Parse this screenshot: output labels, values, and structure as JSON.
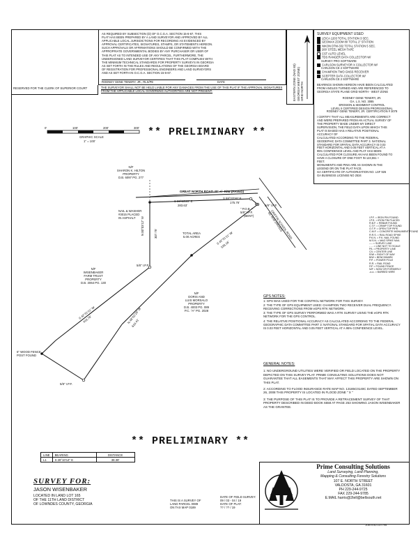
{
  "certification": {
    "lines": [
      "AS REQUIRED BY SUBSECTION (D) OF O.C.G.A. SECTION 15-6-67, THIS",
      "PLAT HAS BEEN PREPARED BY A LAND SURVEYOR AND APPROVED BY ALL",
      "APPLICABLE LOCAL JURISDICTIONS FOR RECORDING AS EVIDENCED BY",
      "APPROVAL CERTIFICATES, SIGNATURES, STAMPS, OR STATEMENTS HEREON.",
      "SUCH APPROVALS OR AFFIRMATIONS SHOULD BE CONFIRMED WITH THE",
      "APPROPRIATE GOVERNMENTAL BODIES BY ANY PURCHASER OR USER OF",
      "THIS PLAT AS TO INTENDED USE OF ANY PARCEL. FURTHERMORE, THE",
      "UNDERSIGNED LAND SURVEYOR CERTIFIES THAT THIS PLAT COMPLIES WITH",
      "THE MINIMUM TECHNICAL STANDARDS FOR PROPERTY SURVEYS IN GEORGIA",
      "AS SET FORTH IN THE RULES AND REGULATIONS OF THE GEORGIA BOARD",
      "OF REGISTRATION FOR PROFESSIONAL ENGINEERS AND LAND SURVEYORS",
      "AND AS SET FORTH IN O.C.G.A. SECTION 15-6-67."
    ],
    "signer": "RODNEY GENE TENERY, JR., RLS/PE",
    "date_label": "DATE"
  },
  "clerk_note": "RESERVED FOR THE CLERK OF SUPERIOR COURT",
  "liability_note": "THE SURVEYOR SHALL NOT BE HELD LIABLE FOR ANY DAMAGES FROM THE USE OF THIS PLAT IF THE APPROVAL SIGNATURES FROM THE APPLICABLE LOCAL GOVERNING AUTHORITIES ARE NOT PRESENT.",
  "vertical_box": {
    "lines": [
      "EASTERN ZONE (NAD 83)",
      "GEORGIA WEST ZONE)",
      "GRID NORTH"
    ]
  },
  "equipment": {
    "title": "SURVEY EQUIPMENT USED",
    "items": [
      {
        "label": "LEICA 1203 TOTAL STATION 3 SEC.",
        "checked": true
      },
      {
        "label": "GEOMAX ZOOM 80 TOTAL 2\" STATION",
        "checked": true
      },
      {
        "label": "NIKON DTM-332 TOTAL STATION 5 SEC.",
        "checked": true
      },
      {
        "label": "200' STEEL MESH TAPE",
        "checked": true
      },
      {
        "label": "CST AUTO LEVEL",
        "checked": false
      },
      {
        "label": "TDS RANGER DATA COLLECTOR W/",
        "checked": true
      },
      {
        "label": "SURVEY PRO SOFTWARE",
        "checked": false,
        "indent": true
      },
      {
        "label": "CARLSON SURVEYOR X COLLECTOR W/",
        "checked": true
      },
      {
        "label": "CARLSON CE 2 SOFTWARE",
        "checked": false,
        "indent": true
      },
      {
        "label": "CHAMPION TWO GNSS RECEIVER",
        "checked": true
      },
      {
        "label": "SCEPTER DATA COLLECTOR W/",
        "checked": true
      },
      {
        "label": "CARLSON CE 2 SOFTWARE",
        "checked": false,
        "indent": true
      }
    ],
    "bearing_note": [
      "BEARINGS SHOWN HEREON HAVE BEEN CALCULATED",
      "FROM ANGLES TURNED AND ARE REFERENCED TO",
      "GEORGIA STATE PLANE GRID NORTH - WEST ZONE"
    ],
    "sig_lines": [
      "RODNEY GENE TENERY, JR.",
      "GA. L.S. NO. 3085",
      "EROSION & SEDIMENT CONTROL",
      "LEVEL II CERTIFIED DESIGN PROFESSIONAL",
      "RODNEY GENE TENERY, JR. CERTIFICATION # 3078"
    ],
    "cert_lines": [
      "I CERTIFY THAT ALL MEASUREMENTS ARE CORRECT",
      "AND WERE PREPARED FROM AN ACTUAL SURVEY OF",
      "THE PROPERTY MADE UNDER MY DIRECT",
      "SUPERVISION, THE FIELD DATA UPON WHICH THIS",
      "PLAT IS BASED HAS A RELATIVE POSITIONAL",
      "ACCURACY OF",
      "CALCULATED ACCORDING TO THE FEDERAL",
      "GEODEPHIC DATA COMMITTEE PART 3. NATIONAL",
      "STANDARD FOR SPATIAL DATA ACCURACY IS 0.03",
      "FEET HORIZONTAL AND 0.05 FEET VERTICAL AT A",
      "95% CONFIDENCE LEVEL AND PLAT HAS BEEN",
      "CALCULATED FOR CLOSURE AN HAS BEEN FOUND TO",
      "HAVE A CLOSURE OF ONE FOOT IN 123,551 +",
      "FEET.",
      "MONUMENTS AND PINS ARE AS SHOWN IN THE",
      "LEGEND OR ON THE PLAT FACE.",
      "GA CERTIFICATE OF AUTHORIZATION NO. LSF 926",
      "GA BUSINESS LICENSE NO 2534"
    ]
  },
  "scale": {
    "ticks": [
      "0'",
      "100'",
      "200'",
      "300'"
    ],
    "label": "GRAPHIC SCALE",
    "ratio": "1\" = 100'"
  },
  "preliminary": "** PRELIMINARY **",
  "plat": {
    "road_label": "GREAT NORTH ROAD 40' +/- R/W (PAVED)",
    "road2_label": "GRIFFIN SCHOOL ROAD",
    "road2_sub": "60' R/W (PAVED)",
    "north_owner": [
      "N/F",
      "SHARON K. HILTON",
      "PROPERTY",
      "D.B. 6097 PG. 277"
    ],
    "west_owner": [
      "N/F",
      "WISENBAKER",
      "FARM TRUST",
      "PROPERTY",
      "D.B. 3064 PG. 130"
    ],
    "south_owner": [
      "N/F",
      "DORIS AND",
      "LUIS MORSALO",
      "PROPERTY",
      "D.B. 4003 PG. 089",
      "P.C. \"A\" PG. 2028"
    ],
    "area": [
      "TOTAL AREA",
      "5.00 ACRES"
    ],
    "nail": [
      "NAIL & WASHER",
      "#3015 PLACED",
      "IN ASPHALT"
    ],
    "north_call1": "S 88°23'26\" E",
    "north_dist1": "283.63'",
    "north_call2": "S 88°23'26\" E",
    "north_dist2": "175.76'",
    "pob": "\" P.O.B. \"",
    "pob_pin": "5/8\" I.P.F.",
    "pob_pin_sub": "(BENT)",
    "ne_pin": "5/8\" I.P.F.",
    "mid_pin": "5/8\" I.P.F.",
    "sw_pin": "5/8\" I.P.F.",
    "west_call": "N 00°03'12\" W",
    "west_dist": "307.75'",
    "diag1": "S 42°31'11\" W",
    "diag1_dist": "526.16'",
    "diag2": "S 42°31'11\" W",
    "diag2_dist": "410.78'",
    "sw_call": "N 48°02'29\" W",
    "sw_dist": "610.41'",
    "fence": [
      "6\" WOOD FENCE",
      "POST FOUND"
    ],
    "l1": "L1"
  },
  "legend": {
    "items": [
      "I.P.F. = IRON PIN FOUND",
      "I.P.S. = IRON PIN PLACED",
      "R.B.F. = REBAR FOUND",
      "C.T.F. = CRIMP TOP FOUND",
      "O.T.P. = OPEN TOP PIPE",
      "C.M.F. = CONCRETE MONUMENT FOUND",
      "R.R.S. = RAIL ROAD SPIKE",
      "P.K.N. = P.K. NAIL FOUND",
      "M.S.N. = MAG SPIKE NAIL",
      "---- = SURVEY LINE",
      "- - - = LINE NOT TO SCALE",
      "P/L = PROPERTY LINE",
      "C/L = CENTER LINE",
      "R/W = RIGHT OF WAY",
      "B/W = BENCHMARK",
      "P.P. = POWER POLE",
      "R.R. = RAIL ROAD",
      "F/F = FOUND FENCE",
      "N/F = NOW OR FORMERLY",
      "-o-o- = BARBED WIRE"
    ]
  },
  "gps_notes": {
    "title": "GPS NOTES:",
    "items": [
      "1: GPS WAS USED FOR THE CONTROL NETWORK FOR THIS SURVEY.",
      "2: THE TYPE OF GPS EQUIPMENT USED: CHAMPION TWO RECEIVER DUAL FREQUENCY. RECEIVING CORRECTIONS FROM eGPS RTK NETWORK.",
      "3: THE TYPE OF GPS SURVEY PERFORMED WAS A RTK SURVEY USING THE eGPS RTK NETWORK FOR THE GPS CONTROL.",
      "4: THE RELATIVE POSITIONAL ACCURACY AS CALCULATED ACCORDING TO THE FEDERAL GEOGRAPHIC DATA COMMITTEE PART 3: NATIONAL STANDARD FOR SPATIAL DATA ACCURACY IS 0.03 FEET HORIZONTAL AND 0.05 FEET VERTICAL AT A 95% CONFIDENCE LEVEL."
    ]
  },
  "general_notes": {
    "title": "GENERAL NOTES:",
    "items": [
      "1: NO UNDERGROUND UTILITIES WERE VERIFIED OR FIELD LOCATED ON THE PROPERTY DEPICTED ON THIS SURVEY PLAT. PRIME CONSULTING SOLUTIONS DOES NOT GUARANTEE THAT ALL EASEMENTS THAT MAY AFFECT THIS PROPERTY ARE SHOWN ON THIS PLAT.",
      "2: ACCORDING TO FLOOD INSURANCE RATE MAP NO. 13185C0140C DATED SEPTEMBER 26, 2008 THIS PROPERTY IS LOCATED IN FLOOD ZONE \" X \"",
      "3: THE PURPOSE OF THIS PLAT IS TO PROVIDE A RETRACEMENT SURVEY OF THAT PROPERTY DESCRIBED IN DEED BOOK 6558 AT PAGE 253 SHOWING JASON WISENBAKER AS THE GRANTEE."
    ]
  },
  "line_table": {
    "headers": [
      "LINE",
      "BEARING",
      "DISTANCE"
    ],
    "rows": [
      [
        "L1",
        "S 28°10'14\" E",
        "38.38'"
      ]
    ]
  },
  "survey_for": {
    "heading": "SURVEY FOR:",
    "name": "JASON WISENBAKER",
    "location": [
      "LOCATED IN LAND LOT 165",
      "OF THE 11TH LAND DISTRICT",
      "OF LOWNDES COUNTY, GEORGIA"
    ]
  },
  "parcel_note": [
    "THIS IS A SURVEY OF",
    "LAND PARCEL 0089",
    "ON TAX MAP 0189"
  ],
  "field_dates": [
    "DATE OF FIELD SURVEY:",
    "09 / 03 - 04 / 19",
    "DATE OF PLAT:",
    "?? / ?? / 19"
  ],
  "company": {
    "name": "Prime Consulting Solutions",
    "tagline": [
      "Land Surveying, Land Planning,",
      "Mapping & Consulting Forestry Solutions"
    ],
    "address": [
      "107 E. NORTH STREET",
      "VALDOSTA, GA 31601"
    ],
    "phone": "PH 229-244-9725",
    "fax": "FAX 229-244-9785",
    "email": "E.MAIL harris@2tell@bellsouth.net",
    "job": "JOB 0.8J-137795"
  }
}
